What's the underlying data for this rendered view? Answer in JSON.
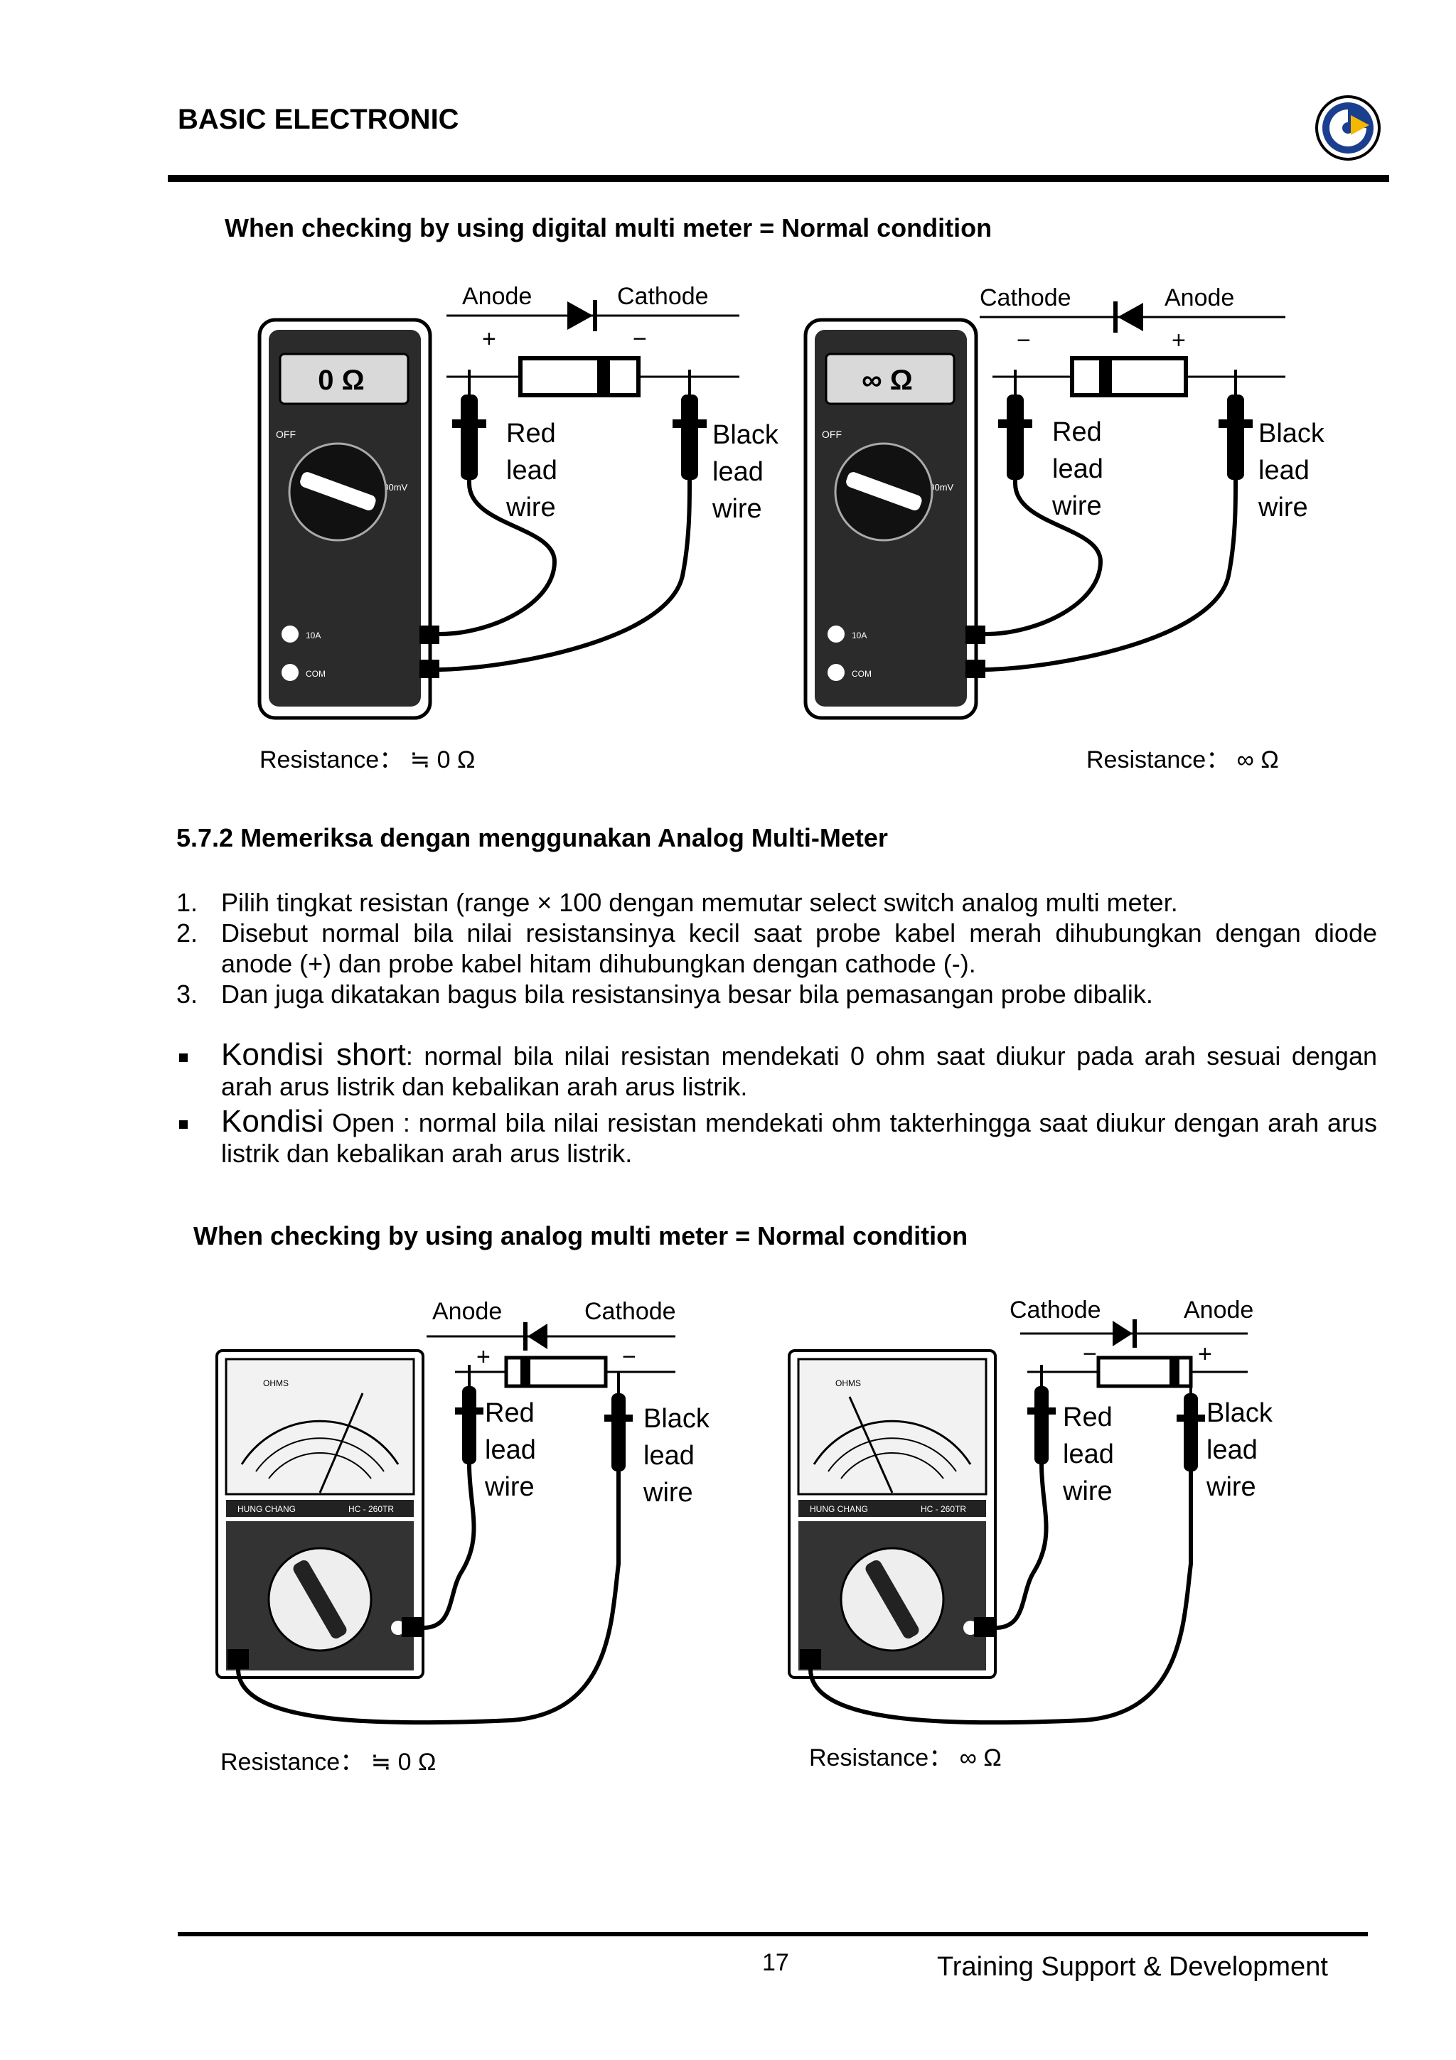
{
  "header": {
    "title": "BASIC ELECTRONIC",
    "logo_icon": "company-logo-icon"
  },
  "figure_digital": {
    "title": "When checking by using digital multi meter = Normal condition",
    "left": {
      "label_anode": "Anode",
      "label_cathode": "Cathode",
      "plus": "+",
      "minus": "−",
      "red": [
        "Red",
        "lead",
        "wire"
      ],
      "black": [
        "Black",
        "lead",
        "wire"
      ],
      "display": "0 Ω",
      "resistance": "Resistance： ≒ 0 Ω"
    },
    "right": {
      "label_anode": "Anode",
      "label_cathode": "Cathode",
      "plus": "+",
      "minus": "−",
      "red": [
        "Red",
        "lead",
        "wire"
      ],
      "black": [
        "Black",
        "lead",
        "wire"
      ],
      "display": "∞ Ω",
      "resistance": "Resistance： ∞ Ω"
    },
    "meter_labels": {
      "off": "OFF",
      "mv": "300mV",
      "a10": "10A",
      "com": "COM"
    }
  },
  "section": {
    "heading": "5.7.2 Memeriksa dengan menggunakan Analog Multi-Meter",
    "items": [
      {
        "num": "1.",
        "text": "Pilih tingkat resistan (range × 100 dengan memutar  select switch analog multi meter."
      },
      {
        "num": "2.",
        "text": "Disebut normal bila nilai resistansinya kecil saat probe kabel merah dihubungkan dengan diode anode (+) dan probe kabel hitam dihubungkan dengan cathode (-)."
      },
      {
        "num": "3.",
        "text": "Dan juga dikatakan bagus bila  resistansinya besar bila pemasangan probe dibalik."
      }
    ],
    "bullets": [
      {
        "lead": "Kondisi short",
        "rest": ": normal bila nilai resistan mendekati 0 ohm saat diukur pada arah sesuai dengan arah arus listrik dan kebalikan arah arus listrik."
      },
      {
        "lead": "Kondisi",
        "rest": " Open : normal bila nilai resistan mendekati ohm takterhingga saat diukur dengan arah arus listrik dan kebalikan arah arus listrik."
      }
    ]
  },
  "figure_analog": {
    "title": "When checking by using analog multi meter = Normal condition",
    "left": {
      "label_anode": "Anode",
      "label_cathode": "Cathode",
      "plus": "+",
      "minus": "−",
      "red": [
        "Red",
        "lead",
        "wire"
      ],
      "black": [
        "Black",
        "lead",
        "wire"
      ],
      "resistance": "Resistance： ≒ 0 Ω"
    },
    "right": {
      "label_anode": "Anode",
      "label_cathode": "Cathode",
      "plus": "+",
      "minus": "−",
      "red": [
        "Red",
        "lead",
        "wire"
      ],
      "black": [
        "Black",
        "lead",
        "wire"
      ],
      "resistance": "Resistance： ∞ Ω"
    },
    "meter_labels": {
      "brand": "HUNG CHANG",
      "model": "HC - 260TR",
      "ohms": "OHMS"
    }
  },
  "footer": {
    "page": "17",
    "text": "Training Support & Development"
  }
}
